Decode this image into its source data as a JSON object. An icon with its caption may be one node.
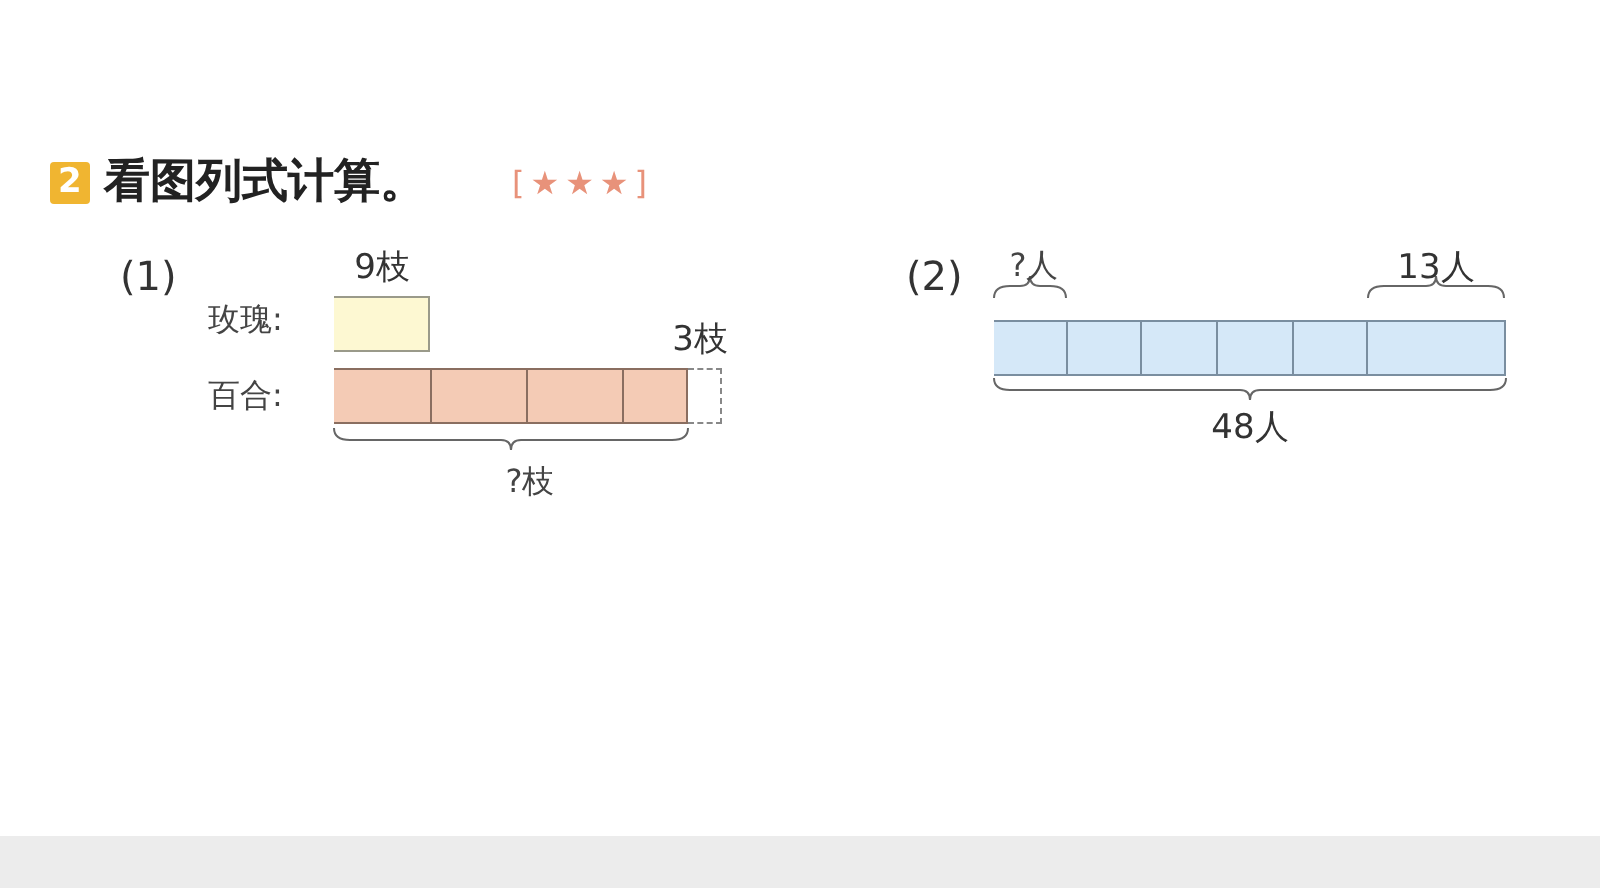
{
  "diagram": {
    "title": "看图列式计算。",
    "nodes": [
      {
        "text": [],
        "shape": "box"
      },
      {
        "text": [],
        "shape": "box"
      },
      {
        "text": [],
        "shape": "box"
      },
      {
        "text": [],
        "shape": "box"
      },
      {
        "text": [],
        "shape": "box"
      },
      {
        "text": [],
        "shape": "box"
      },
      {
        "text": [],
        "shape": "box"
      },
      {
        "text": [],
        "shape": "box"
      },
      {
        "text": [],
        "shape": "box"
      },
      {
        "text": [],
        "shape": "box"
      },
      {
        "text": [],
        "shape": "box"
      },
      {
        "text": [],
        "shape": "box"
      }
    ],
    "labels": [
      "2",
      "[★★★]",
      "(1)",
      "9枝",
      "玫瑰:",
      "3枝",
      "百合:",
      "?枝",
      "(2)",
      "?人",
      "13人",
      "48人"
    ]
  }
}
